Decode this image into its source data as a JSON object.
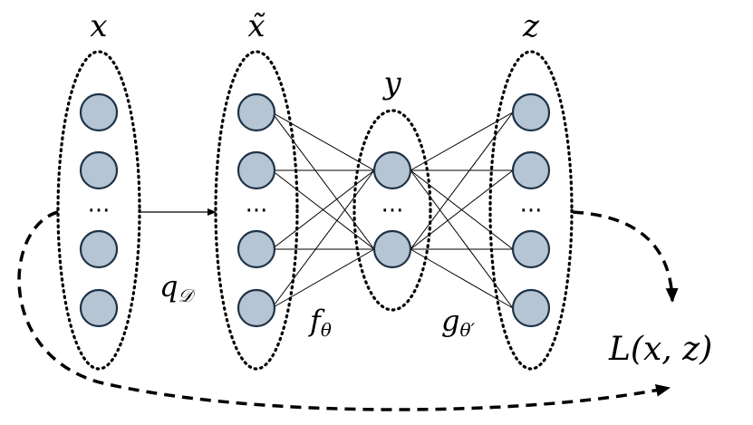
{
  "layers": {
    "x": {
      "label": "x",
      "ellipsis": "···"
    },
    "x_tilde": {
      "label": "x̃",
      "ellipsis": "···"
    },
    "y": {
      "label": "y",
      "ellipsis": "···"
    },
    "z": {
      "label": "z",
      "ellipsis": "···"
    }
  },
  "edges": {
    "corruption": "q",
    "corruption_sub": "𝒟",
    "encoder": "f",
    "encoder_sub": "θ",
    "decoder": "g",
    "decoder_sub": "θ′"
  },
  "loss": {
    "label": "L(x, z)"
  }
}
